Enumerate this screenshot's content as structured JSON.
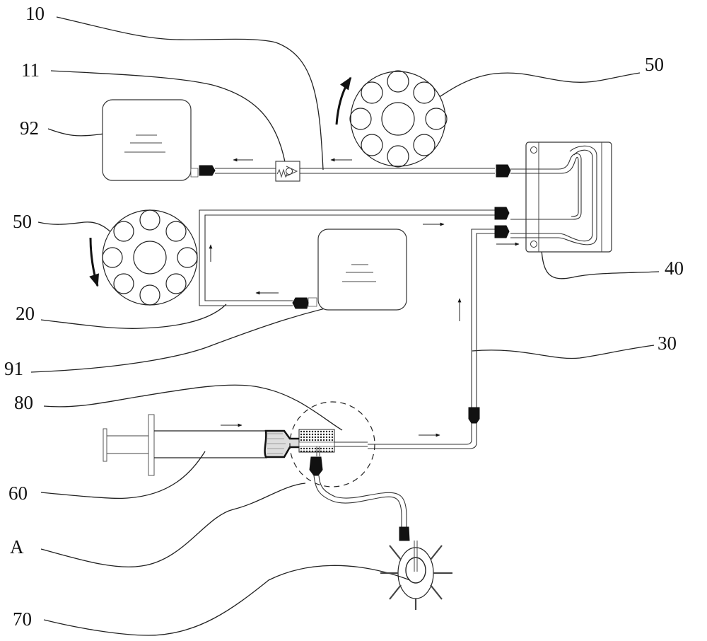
{
  "figure": {
    "type": "patent schematic",
    "description": "Fluid circuit with two reservoirs, two peristaltic pump rollers, a flow cell, syringe, connector and manifold"
  },
  "labels": {
    "l10": "10",
    "l11": "11",
    "l92": "92",
    "l50a": "50",
    "l50b": "50",
    "l40": "40",
    "l20": "20",
    "l91": "91",
    "l30": "30",
    "l80": "80",
    "l60": "60",
    "lA": "A",
    "l70": "70"
  },
  "components": [
    {
      "ref": "10",
      "name": "first tube"
    },
    {
      "ref": "11",
      "name": "check valve"
    },
    {
      "ref": "20",
      "name": "second tube"
    },
    {
      "ref": "30",
      "name": "third tube"
    },
    {
      "ref": "40",
      "name": "chip / flow cell"
    },
    {
      "ref": "50",
      "name": "peristaltic pump rotor"
    },
    {
      "ref": "60",
      "name": "syringe"
    },
    {
      "ref": "70",
      "name": "sample holder"
    },
    {
      "ref": "80",
      "name": "connector"
    },
    {
      "ref": "91",
      "name": "reservoir 91"
    },
    {
      "ref": "92",
      "name": "reservoir 92"
    },
    {
      "ref": "A",
      "name": "detail region A"
    }
  ]
}
